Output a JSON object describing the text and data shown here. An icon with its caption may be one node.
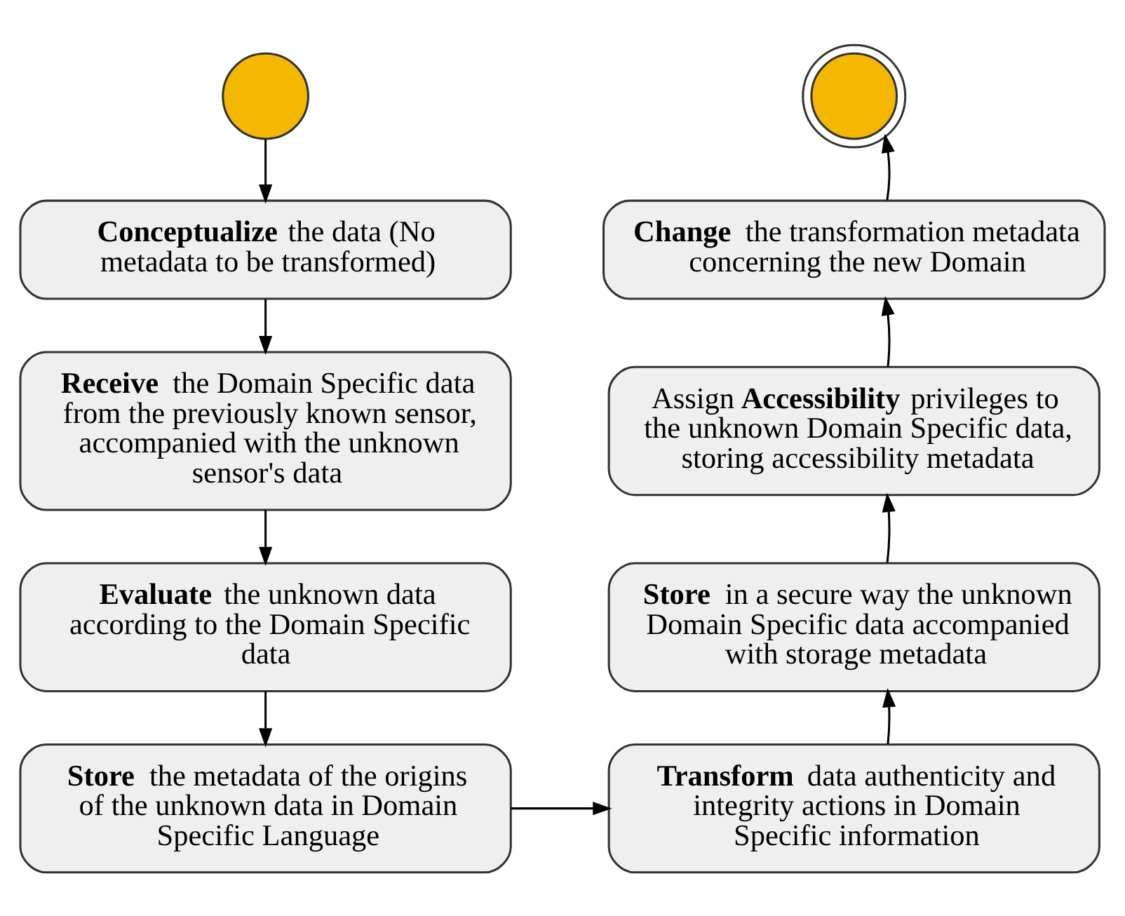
{
  "diagram": {
    "nodes": [
      {
        "text": [],
        "shape": "circle"
      },
      {
        "text": [
          "**Conceptualize** the data (No metadata to be transformed)"
        ]
      },
      {
        "text": [
          "**Receive** the Domain Specific data from the previously known sensor, accompanied with the unknown sensor's data"
        ]
      },
      {
        "text": [
          "**Evaluate** the unknown data according to the Domain Specific data"
        ]
      },
      {
        "text": [
          "**Store** the metadata of the origins of the unknown data in Domain Specific Language"
        ]
      },
      {
        "text": [
          "**Transform** data authenticity and integrity actions in Domain Specific information"
        ]
      },
      {
        "text": [
          "**Store** in a secure way the unknown Domain Specific data accompanied with storage metadata"
        ]
      },
      {
        "text": [
          "Assign **Accessibility** privileges to the unknown Domain Specific data, storing accessibility metadata"
        ]
      },
      {
        "text": [
          "**Change** the transformation metadata concerning the new Domain"
        ]
      },
      {
        "text": [],
        "shape": "doublecircle"
      }
    ],
    "edges": [
      {
        "from": 0,
        "to": 1,
        "arrow": "to"
      },
      {
        "from": 1,
        "to": 2,
        "arrow": "to"
      },
      {
        "from": 2,
        "to": 3,
        "arrow": "to"
      },
      {
        "from": 3,
        "to": 4,
        "arrow": "to"
      },
      {
        "from": 4,
        "to": 5,
        "arrow": "to"
      },
      {
        "from": 5,
        "to": 6,
        "arrow": "to"
      },
      {
        "from": 6,
        "to": 7,
        "arrow": "to"
      },
      {
        "from": 7,
        "to": 8,
        "arrow": "to"
      },
      {
        "from": 8,
        "to": 9,
        "arrow": "to"
      }
    ]
  }
}
